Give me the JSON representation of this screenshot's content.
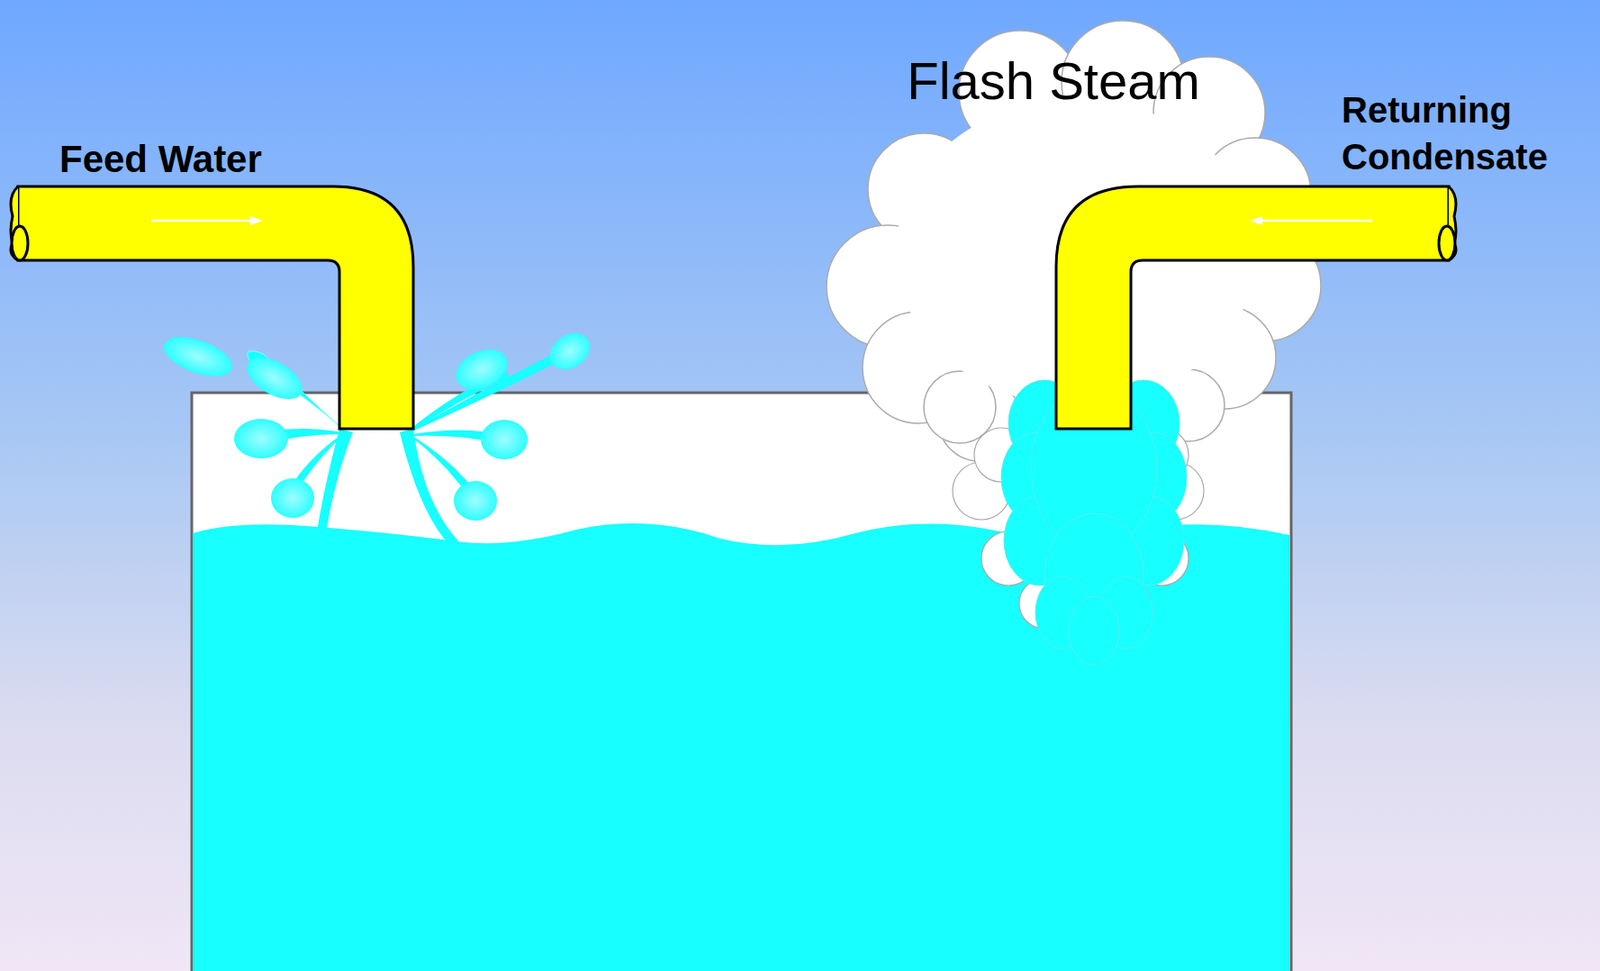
{
  "diagram": {
    "labels": [
      "Feed Water",
      "Returning Condensate",
      "Flash Steam"
    ]
  }
}
